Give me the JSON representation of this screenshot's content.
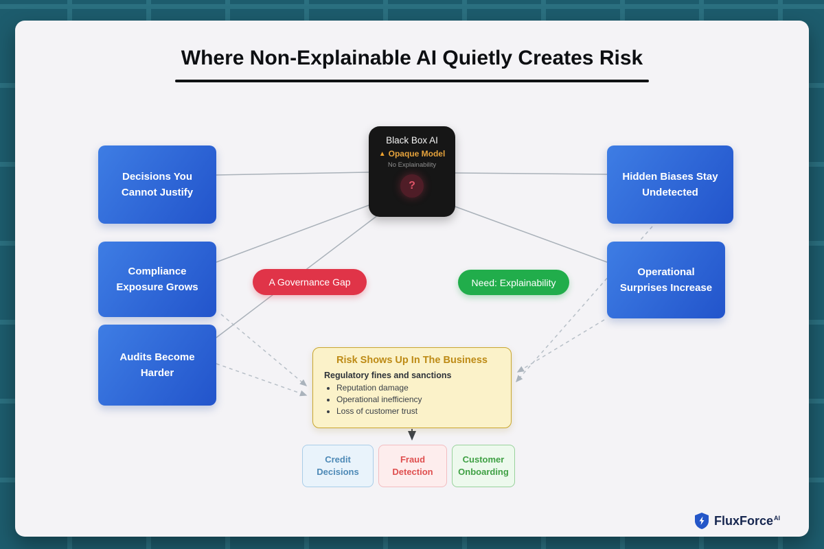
{
  "title": "Where Non-Explainable AI Quietly Creates Risk",
  "center_node": {
    "title": "Black Box AI",
    "warning_icon": "▲",
    "subtitle": "Opaque Model",
    "caption": "No Explainability",
    "badge": "?"
  },
  "left_nodes": [
    {
      "label": "Decisions You Cannot Justify"
    },
    {
      "label": "Compliance Exposure Grows"
    },
    {
      "label": "Audits Become Harder"
    }
  ],
  "right_nodes": [
    {
      "label": "Hidden Biases Stay Undetected"
    },
    {
      "label": "Operational Surprises Increase"
    }
  ],
  "pills": {
    "governance_gap": "A Governance Gap",
    "explainability": "Need: Explainability"
  },
  "risk_box": {
    "title": "Risk Shows Up In The Business",
    "lead": "Regulatory fines and sanctions",
    "bullets": [
      "Reputation damage",
      "Operational inefficiency",
      "Loss of customer trust"
    ]
  },
  "bottom_nodes": [
    {
      "label": "Credit Decisions"
    },
    {
      "label": "Fraud Detection"
    },
    {
      "label": "Customer Onboarding"
    }
  ],
  "brand": {
    "name": "FluxForce",
    "suffix": "AI"
  },
  "colors": {
    "background": "#1d5c6d",
    "grid_line": "#2b7080",
    "card": "#f4f3f6",
    "node_blue_start": "#3e7de4",
    "node_blue_end": "#2254cb",
    "pill_red": "#e03448",
    "pill_green": "#21ad4b",
    "risk_bg": "#fbf2c9",
    "risk_border": "#c9a62e",
    "risk_title": "#bd8a15",
    "warning_orange": "#e6a33c",
    "badge_red": "#e05468",
    "credit_blue": "#4d89b6",
    "fraud_red": "#df4f4f",
    "customer_green": "#3fa044",
    "brand_navy": "#16264f"
  }
}
